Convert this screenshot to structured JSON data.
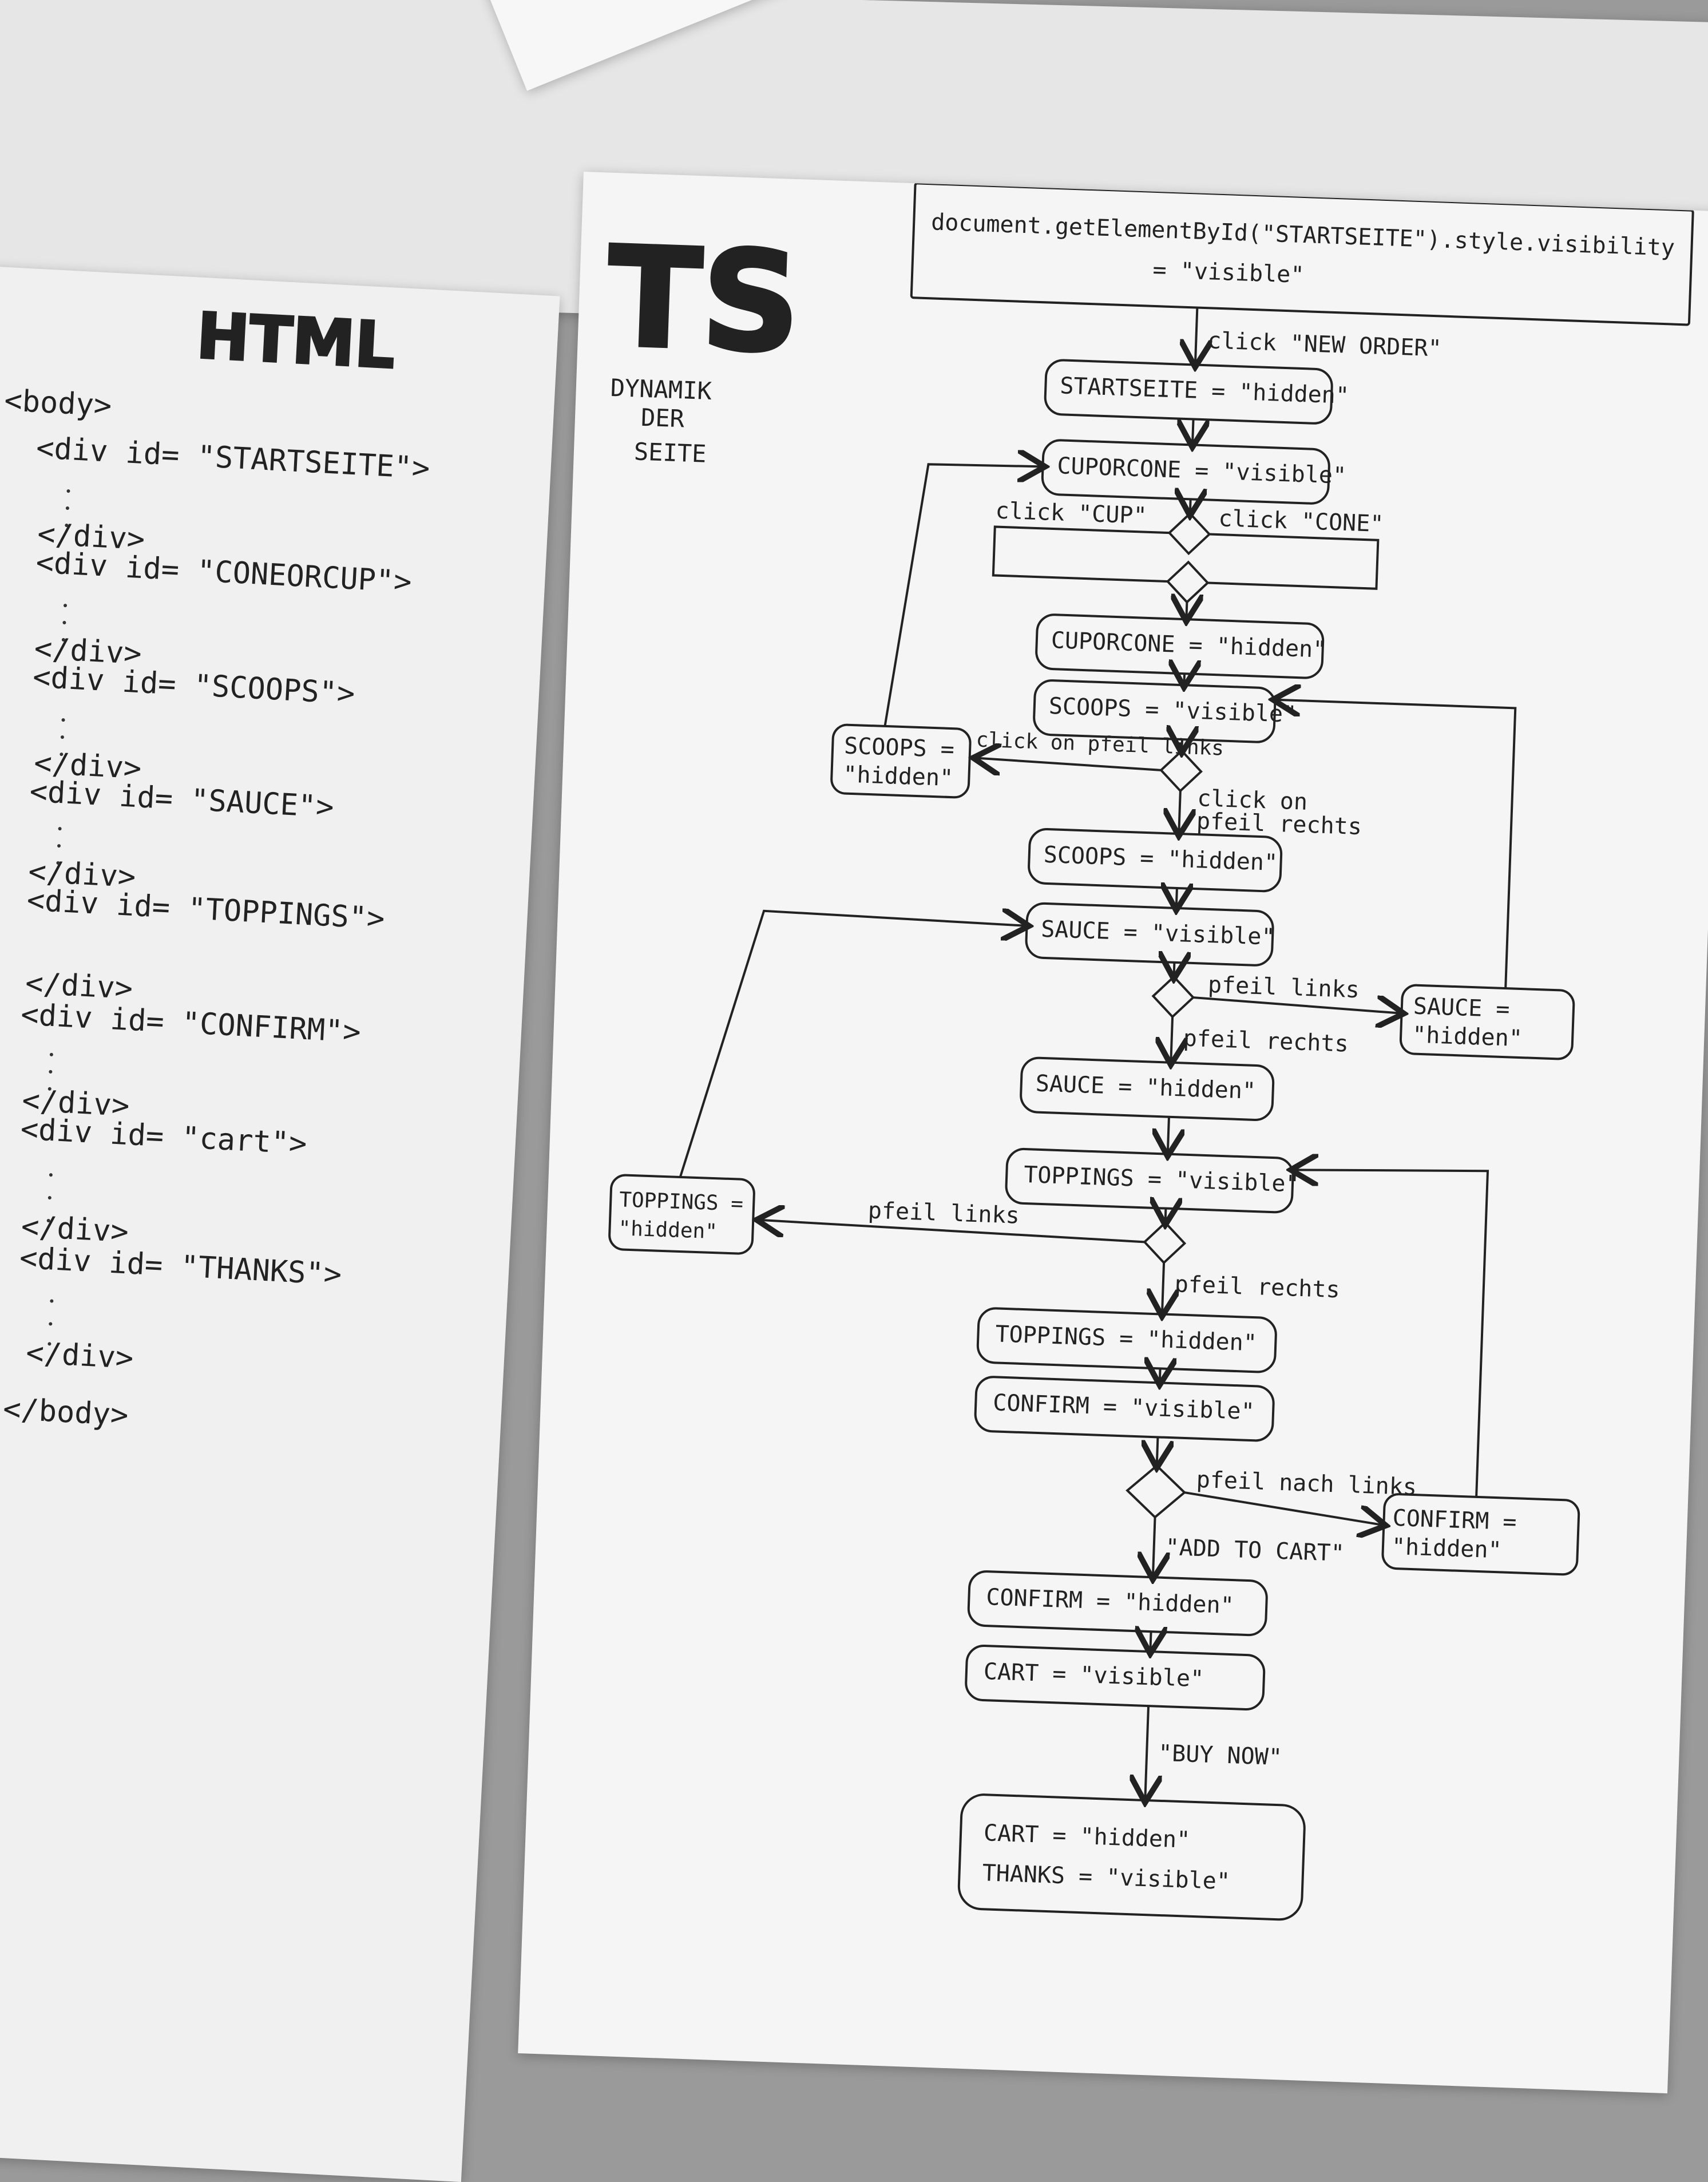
{
  "html_sheet": {
    "heading": "HTML",
    "lines": [
      "<body>",
      "<div id= \"STARTSEITE\">",
      "</div>",
      "<div id= \"CONEORCUP\">",
      "</div>",
      "<div id= \"SCOOPS\">",
      "</div>",
      "<div id= \"SAUCE\">",
      "</div>",
      "<div id= \"TOPPINGS\">",
      "</div>",
      "<div id= \"CONFIRM\">",
      "</div>",
      "<div id= \"cart\">",
      "</div>",
      "<div id= \"THANKS\">",
      "</div>",
      "</body>"
    ]
  },
  "ts_sheet": {
    "heading": "TS",
    "subtitle": [
      "DYNAMIK",
      "DER",
      "SEITE"
    ],
    "start_box": [
      "document.getElementById(\"STARTSEITE\").style.visibility",
      "= \"visible\""
    ],
    "nodes": {
      "startseite_hidden": "STARTSEITE = \"hidden\"",
      "cuporcone_visible": "CUPORCONE = \"visible\"",
      "cuporcone_hidden": "CUPORCONE = \"hidden\"",
      "scoops_visible": "SCOOPS = \"visible\"",
      "scoops_hidden_left": [
        "SCOOPS =",
        "\"hidden\""
      ],
      "scoops_hidden": "SCOOPS = \"hidden\"",
      "sauce_visible": "SAUCE = \"visible\"",
      "sauce_hidden_right": [
        "SAUCE =",
        "\"hidden\""
      ],
      "sauce_hidden": "SAUCE = \"hidden\"",
      "toppings_visible": "TOPPINGS = \"visible\"",
      "toppings_hidden_left": [
        "TOPPINGS =",
        "\"hidden\""
      ],
      "toppings_hidden": "TOPPINGS = \"hidden\"",
      "confirm_visible": "CONFIRM = \"visible\"",
      "confirm_hidden_right": [
        "CONFIRM =",
        "\"hidden\""
      ],
      "confirm_hidden": "CONFIRM = \"hidden\"",
      "cart_visible": "CART = \"visible\"",
      "final_box": [
        "CART = \"hidden\"",
        "THANKS = \"visible\""
      ]
    },
    "edges": {
      "new_order": "click \"NEW ORDER\"",
      "click_cup": "click \"CUP\"",
      "click_cone": "click \"CONE\"",
      "click_pfeil_links_1": "click on pfeil links",
      "click_pfeil_rechts_1": [
        "click on",
        "pfeil rechts"
      ],
      "pfeil_links_2": "pfeil links",
      "pfeil_rechts_2": "pfeil rechts",
      "pfeil_links_3": "pfeil links",
      "pfeil_rechts_3": "pfeil rechts",
      "pfeil_nach_links": "pfeil nach links",
      "add_to_cart": "\"ADD TO CART\"",
      "buy_now": "\"BUY NOW\""
    }
  }
}
